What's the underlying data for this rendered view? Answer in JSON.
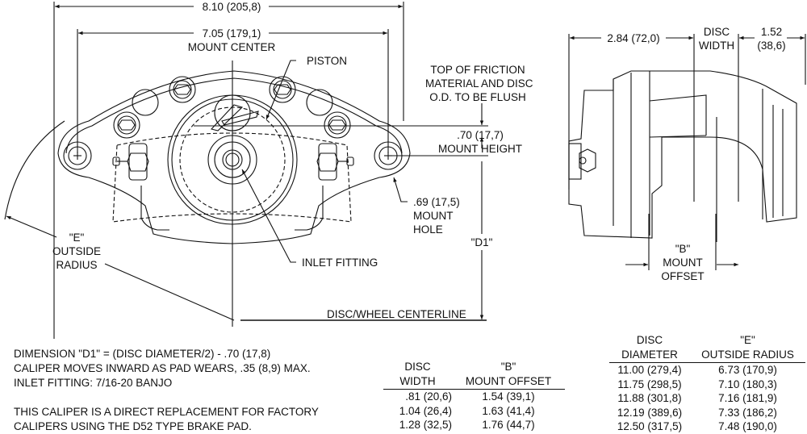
{
  "drawing": {
    "dimensions": {
      "overall_width": "8.10 (205,8)",
      "mount_center_value": "7.05 (179,1)",
      "mount_center_label": "MOUNT CENTER",
      "piston_label": "PISTON",
      "friction_note": [
        "TOP OF FRICTION",
        "MATERIAL AND DISC",
        "O.D. TO BE FLUSH"
      ],
      "mount_height_value": ".70 (17,7)",
      "mount_height_label": "MOUNT HEIGHT",
      "mount_hole": [
        ".69 (17,5)",
        "MOUNT",
        "HOLE"
      ],
      "outside_radius": [
        "\"E\"",
        "OUTSIDE",
        "RADIUS"
      ],
      "d1_label": "\"D1\"",
      "inlet_fitting_label": "INLET FITTING",
      "centerline_label": "DISC/WHEEL CENTERLINE",
      "side_width_value": "2.84 (72,0)",
      "disc_width_label": [
        "DISC",
        "WIDTH"
      ],
      "side_offset_value": [
        "1.52",
        "(38,6)"
      ],
      "mount_offset": [
        "\"B\"",
        "MOUNT",
        "OFFSET"
      ]
    }
  },
  "notes": [
    "DIMENSION \"D1\" = (DISC DIAMETER/2) - .70 (17,8)",
    "CALIPER MOVES INWARD AS PAD WEARS, .35 (8,9) MAX.",
    "INLET FITTING: 7/16-20 BANJO",
    "",
    "THIS CALIPER IS A DIRECT REPLACEMENT FOR FACTORY",
    "CALIPERS USING THE D52 TYPE BRAKE PAD."
  ],
  "table_disc_width": {
    "headers": [
      [
        "DISC",
        "WIDTH"
      ],
      [
        "\"B\"",
        "MOUNT OFFSET"
      ]
    ],
    "rows": [
      [
        ".81  (20,6)",
        "1.54  (39,1)"
      ],
      [
        "1.04  (26,4)",
        "1.63  (41,4)"
      ],
      [
        "1.28  (32,5)",
        "1.76  (44,7)"
      ]
    ]
  },
  "table_disc_diameter": {
    "headers": [
      [
        "DISC",
        "DIAMETER"
      ],
      [
        "\"E\"",
        "OUTSIDE RADIUS"
      ]
    ],
    "rows": [
      [
        "11.00  (279,4)",
        "6.73  (170,9)"
      ],
      [
        "11.75  (298,5)",
        "7.10  (180,3)"
      ],
      [
        "11.88  (301,8)",
        "7.16  (181,9)"
      ],
      [
        "12.19  (389,6)",
        "7.33  (186,2)"
      ],
      [
        "12.50  (317,5)",
        "7.48  (190,0)"
      ]
    ]
  }
}
